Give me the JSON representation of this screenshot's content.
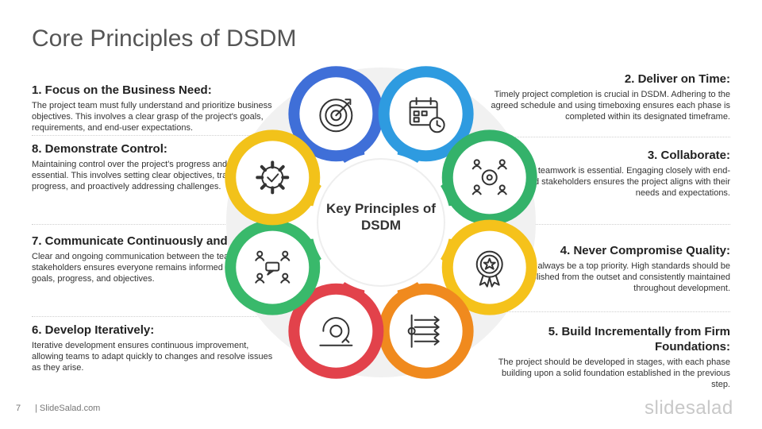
{
  "slide": {
    "title": "Core Principles of DSDM",
    "center_text": "Key Principles of DSDM",
    "page_number": "7",
    "footer_brand": "| SlideSalad.com",
    "logo": "slidesalad"
  },
  "principles": [
    {
      "heading": "1. Focus on the Business Need:",
      "body": "The project team must fully understand and prioritize business objectives. This involves a clear grasp of the project's goals, requirements, and end-user expectations.",
      "color": "#3F6FD8",
      "icon": "target-icon"
    },
    {
      "heading": "2. Deliver on Time:",
      "body": "Timely project completion is crucial in DSDM. Adhering to the agreed schedule and using timeboxing ensures each phase is completed within its designated timeframe.",
      "color": "#2E9BE0",
      "icon": "calendar-clock-icon"
    },
    {
      "heading": "3. Collaborate:",
      "body": "Effective teamwork is essential. Engaging closely with end-users and stakeholders ensures the project aligns with their needs and expectations.",
      "color": "#34B26A",
      "icon": "team-gear-icon"
    },
    {
      "heading": "4. Never Compromise Quality:",
      "body": "Quality must always be a top priority. High standards should be established from the outset and consistently maintained throughout development.",
      "color": "#F5C21B",
      "icon": "award-badge-icon"
    },
    {
      "heading": "5. Build Incrementally from Firm Foundations:",
      "body": "The project should be developed in stages, with each phase building upon a solid foundation established in the previous step.",
      "color": "#F08A1E",
      "icon": "incremental-arrows-icon"
    },
    {
      "heading": "6. Develop Iteratively:",
      "body": "Iterative development ensures continuous improvement, allowing teams to adapt quickly to changes and resolve issues as they arise.",
      "color": "#E2424B",
      "icon": "iteration-gear-icon"
    },
    {
      "heading": "7. Communicate Continuously and Clearly:",
      "body": "Clear and ongoing communication between the team and stakeholders ensures everyone remains informed about project goals, progress, and objectives.",
      "color": "#39B96B",
      "icon": "communication-icon"
    },
    {
      "heading": "8. Demonstrate Control:",
      "body": "Maintaining control over the project's progress and outcomes is essential. This involves setting clear objectives, tracking progress, and proactively addressing challenges.",
      "color": "#F2C21A",
      "icon": "gear-check-icon"
    }
  ]
}
